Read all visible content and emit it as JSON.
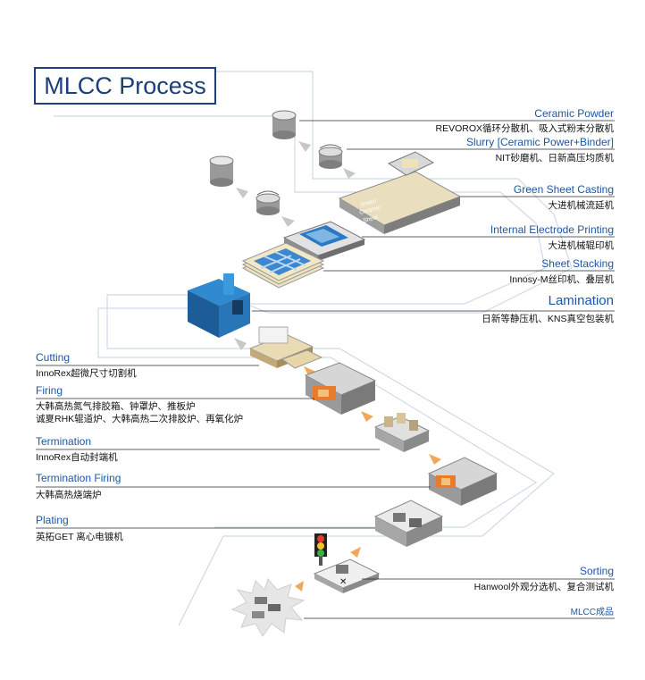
{
  "title": "MLCC Process",
  "colors": {
    "accent_blue": "#1c57a5",
    "rule": "#2b2b2b",
    "track": "#c9d6e6",
    "arrow": "#f0a75a"
  },
  "steps_right": [
    {
      "name": "Ceramic Powder",
      "equip": "REVOROX循环分散机、吸入式粉末分散机"
    },
    {
      "name": "Slurry [Ceramic Power+Binder]",
      "equip": "NIT砂磨机、日新高压均质机"
    },
    {
      "name": "Green Sheet Casting",
      "equip": "大进机械流延机"
    },
    {
      "name": "Internal Electrode Printing",
      "equip": "大进机械辊印机"
    },
    {
      "name": "Sheet Stacking",
      "equip": "Innosy-M丝印机、叠层机"
    },
    {
      "name": "Lamination",
      "equip": "日新等静压机、KNS真空包装机"
    }
  ],
  "steps_left": [
    {
      "name": "Cutting",
      "equip": "InnoRex超微尺寸切割机"
    },
    {
      "name": "Firing",
      "equip": "大韩高热氮气排胶箱、钟罩炉、推板炉",
      "equip2": "诚夏RHK辊道炉、大韩高热二次排胶炉、再氧化炉"
    },
    {
      "name": "Termination",
      "equip": "InnoRex自动封端机"
    },
    {
      "name": "Termination Firing",
      "equip": "大韩高热烧端炉"
    },
    {
      "name": "Plating",
      "equip": "英拓GET 离心电镀机"
    }
  ],
  "sorting": {
    "name": "Sorting",
    "equip": "Hanwool外观分选机、复合测试机"
  },
  "final_product": "MLCC成品",
  "green_sheet_text": [
    "Green",
    "Ceramic",
    "Sheet"
  ]
}
